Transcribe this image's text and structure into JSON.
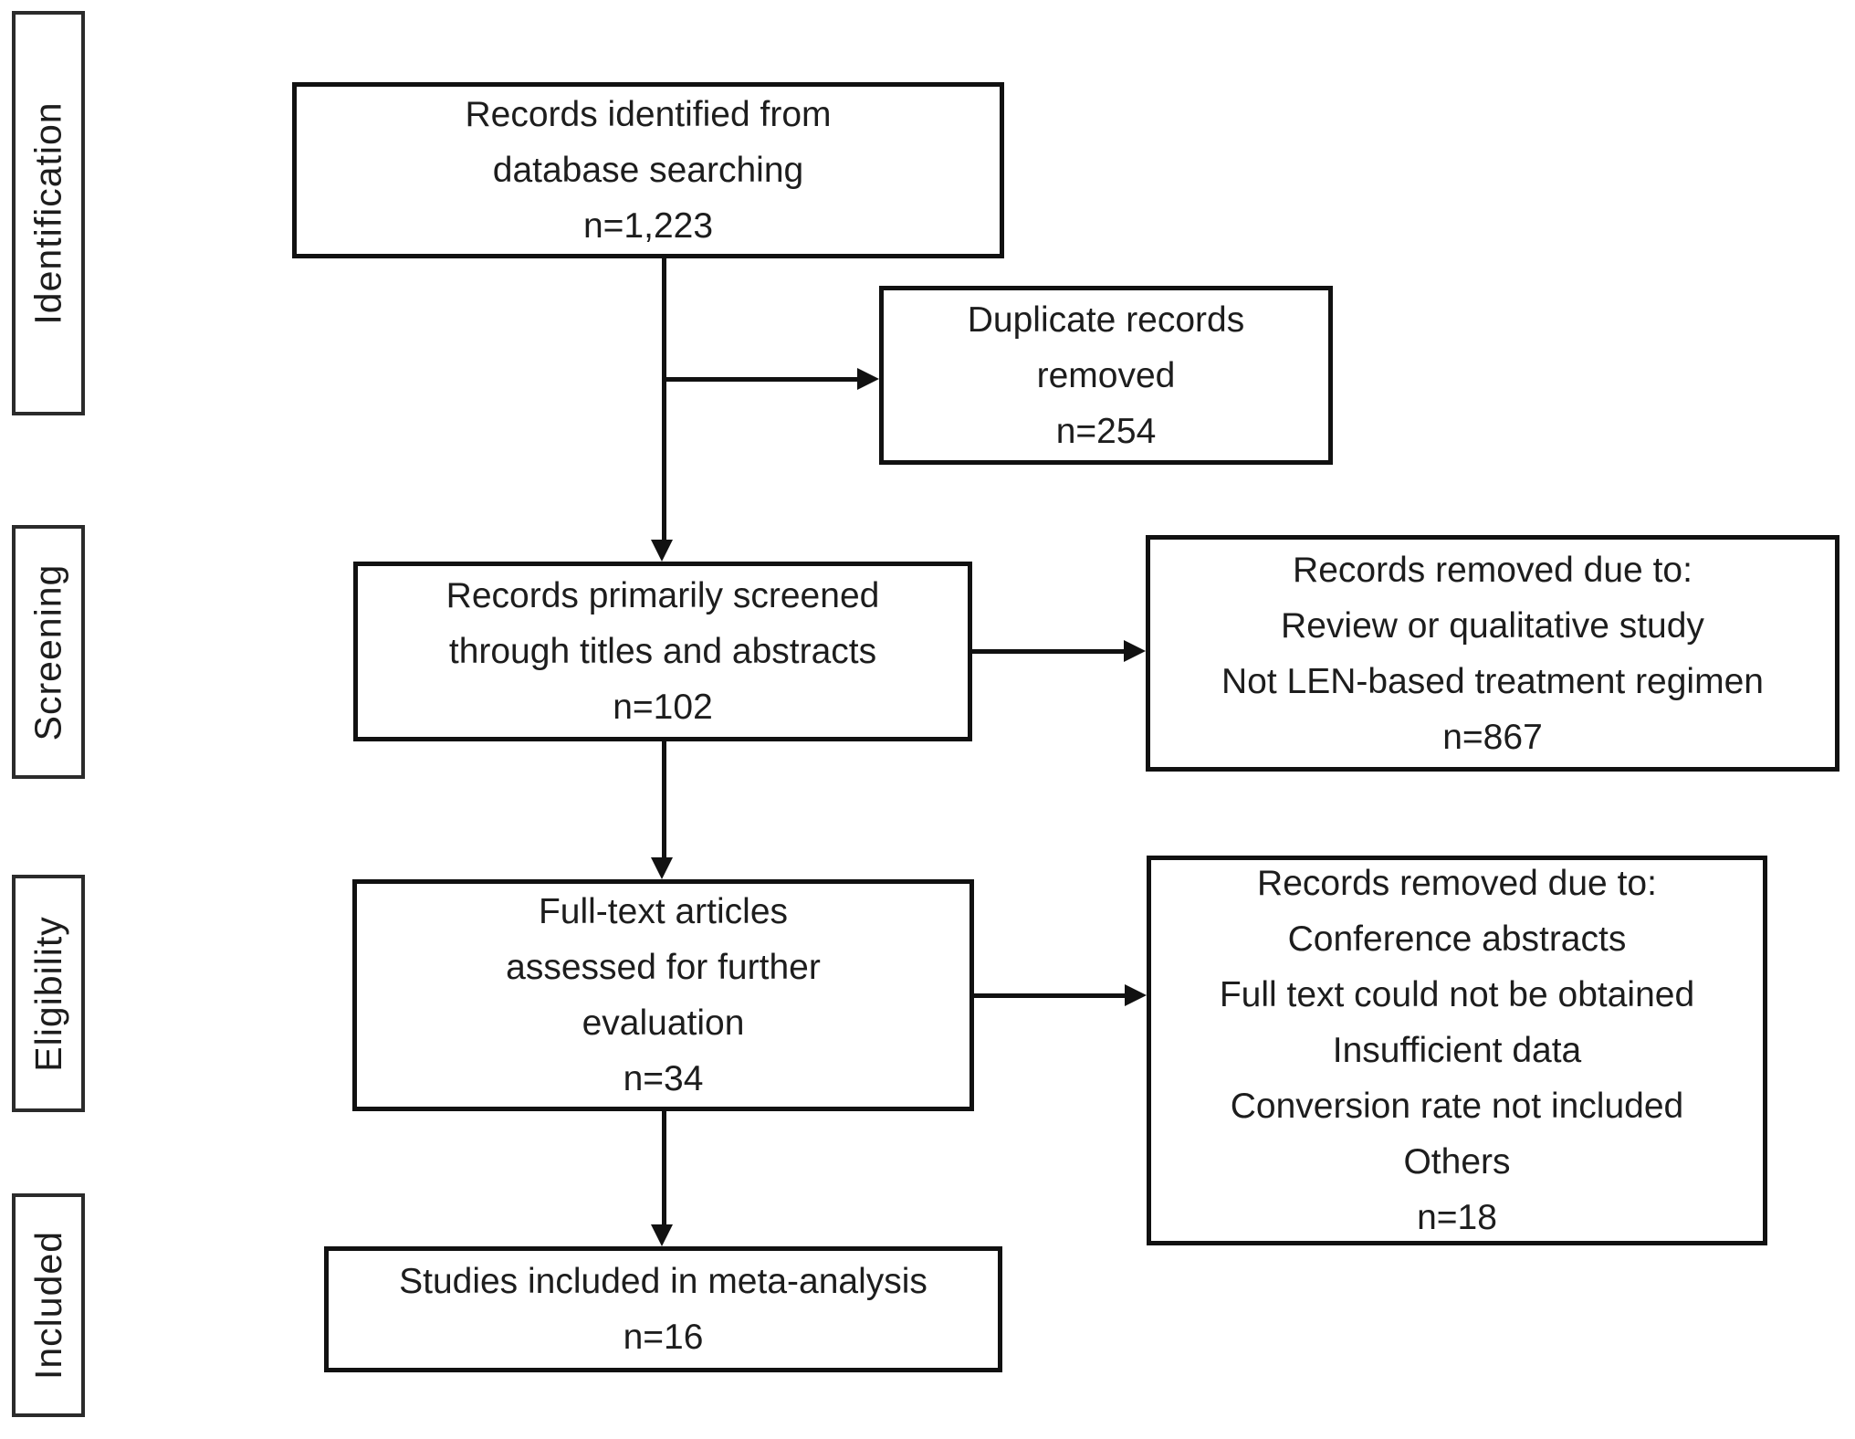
{
  "figure": {
    "type": "prisma-flow-diagram",
    "stages": [
      {
        "label": "Identification"
      },
      {
        "label": "Screening"
      },
      {
        "label": "Eligibility"
      },
      {
        "label": "Included"
      }
    ],
    "boxes": {
      "identified": {
        "lines": [
          "Records identified from",
          "database searching",
          "n=1,223"
        ]
      },
      "duplicates_removed": {
        "lines": [
          "Duplicate records",
          "removed",
          "n=254"
        ]
      },
      "screened": {
        "lines": [
          "Records primarily screened",
          "through titles and abstracts",
          "n=102"
        ]
      },
      "screening_removed": {
        "lines": [
          "Records removed due to:",
          "Review or qualitative study",
          "Not LEN-based treatment regimen",
          "n=867"
        ]
      },
      "fulltext_assessed": {
        "lines": [
          "Full-text articles",
          "assessed for further",
          "evaluation",
          "n=34"
        ]
      },
      "fulltext_removed": {
        "lines": [
          "Records removed due to:",
          "Conference abstracts",
          "Full text could not be obtained",
          "Insufficient data",
          "Conversion rate not included",
          "Others",
          "n=18"
        ]
      },
      "included_studies": {
        "lines": [
          "Studies included in meta-analysis",
          "n=16"
        ]
      }
    },
    "colors": {
      "box_border": "#111111",
      "stage_border": "#2b2b2b",
      "text": "#1d1d1d",
      "background": "#ffffff"
    }
  }
}
